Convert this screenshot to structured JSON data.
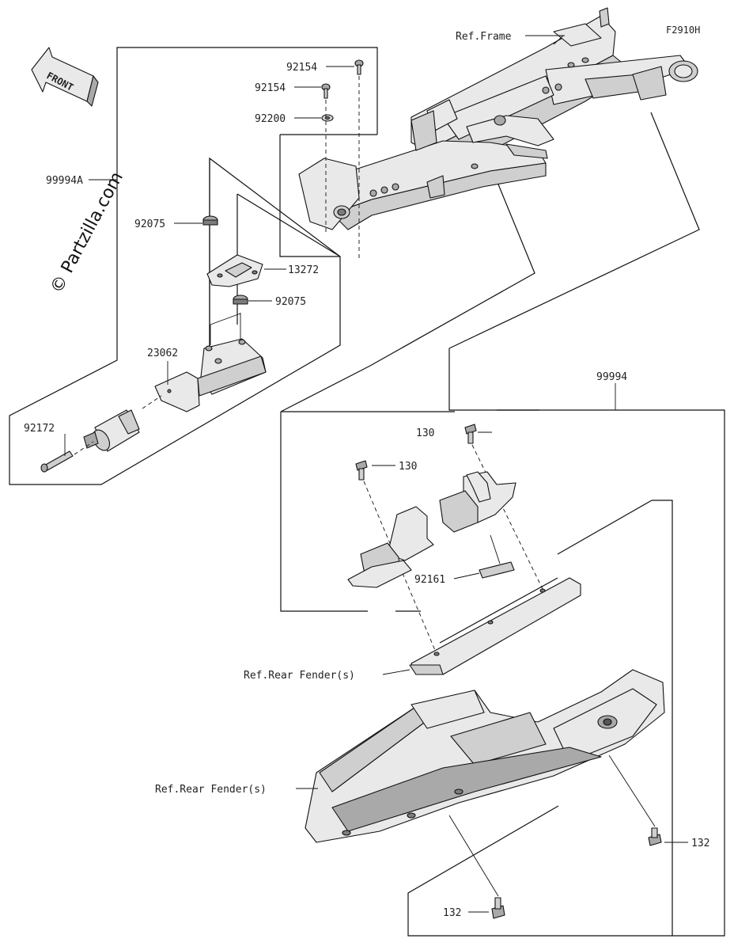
{
  "diagram_code": "F2910H",
  "watermark": "© Partzilla.com",
  "front_arrow": {
    "label": "FRONT",
    "icon": "front-direction-arrow-icon"
  },
  "labels": {
    "ref_frame": "Ref.Frame",
    "p92154_a": "92154",
    "p92154_b": "92154",
    "p92200": "92200",
    "p99994A": "99994A",
    "p92075_a": "92075",
    "p13272": "13272",
    "p92075_b": "92075",
    "p23062": "23062",
    "p92172": "92172",
    "p99994": "99994",
    "p130_a": "130",
    "p130_b": "130",
    "p92161": "92161",
    "ref_rear_fender_a": "Ref.Rear Fender(s)",
    "ref_rear_fender_b": "Ref.Rear Fender(s)",
    "p132_a": "132",
    "p132_b": "132"
  }
}
